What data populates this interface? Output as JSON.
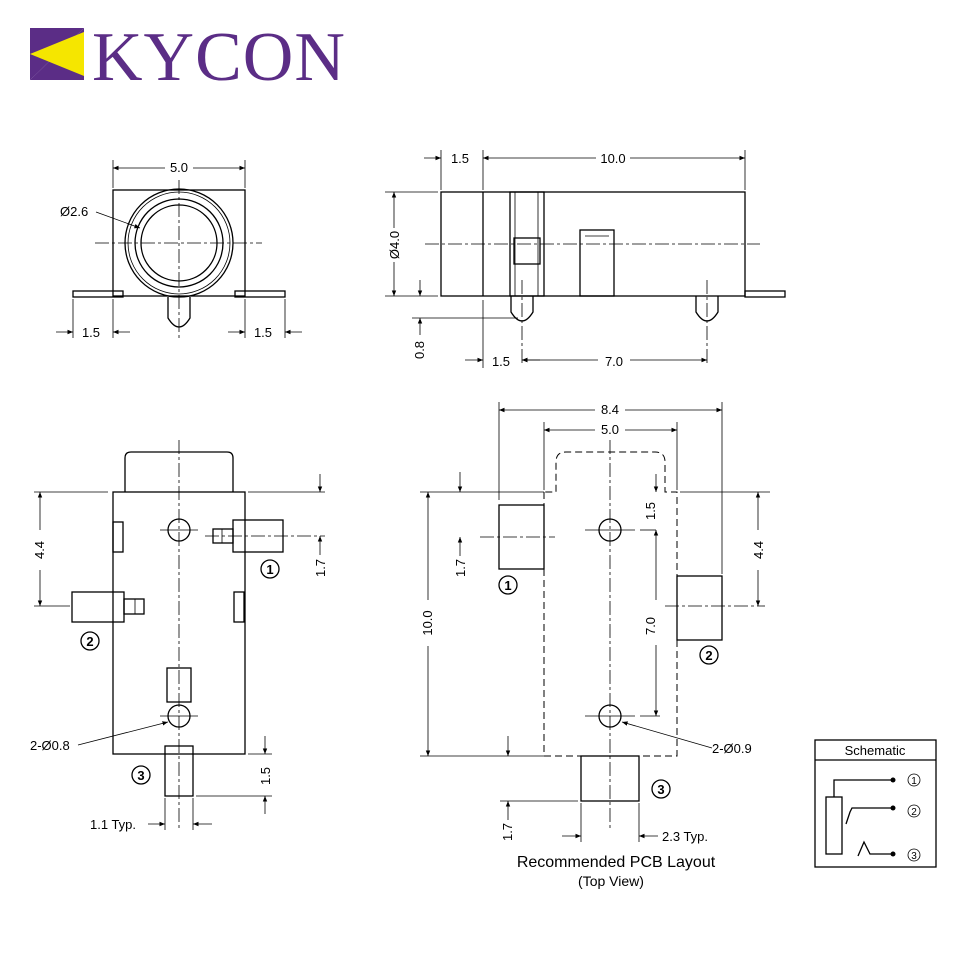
{
  "brand": {
    "name": "KYCON",
    "logo_purple": "#5b2d86",
    "logo_yellow": "#f5e600"
  },
  "front_view": {
    "width": "5.0",
    "hole_diameter": "Ø2.6",
    "left_tab": "1.5",
    "right_tab": "1.5"
  },
  "side_view": {
    "front_length": "1.5",
    "body_length": "10.0",
    "diameter": "Ø4.0",
    "peg_height": "0.8",
    "peg_offset": "1.5",
    "peg_spacing": "7.0"
  },
  "bottom_view": {
    "pitch_y": "4.4",
    "pin_offset": "1.7",
    "tail": "1.5",
    "hole_label": "2-Ø0.8",
    "pin_width": "1.1 Typ.",
    "pins": [
      "1",
      "2",
      "3"
    ]
  },
  "pcb_layout": {
    "overall_width": "8.4",
    "body_width": "5.0",
    "top_offset": "1.5",
    "pad_offset": "1.7",
    "hole_spacing": "7.0",
    "length": "10.0",
    "pitch_y": "4.4",
    "hole_label": "2-Ø0.9",
    "pad_height": "1.7",
    "pad_width": "2.3 Typ.",
    "title": "Recommended PCB Layout",
    "subtitle": "(Top View)",
    "pins": [
      "1",
      "2",
      "3"
    ]
  },
  "schematic": {
    "title": "Schematic",
    "pins": [
      "1",
      "2",
      "3"
    ]
  }
}
